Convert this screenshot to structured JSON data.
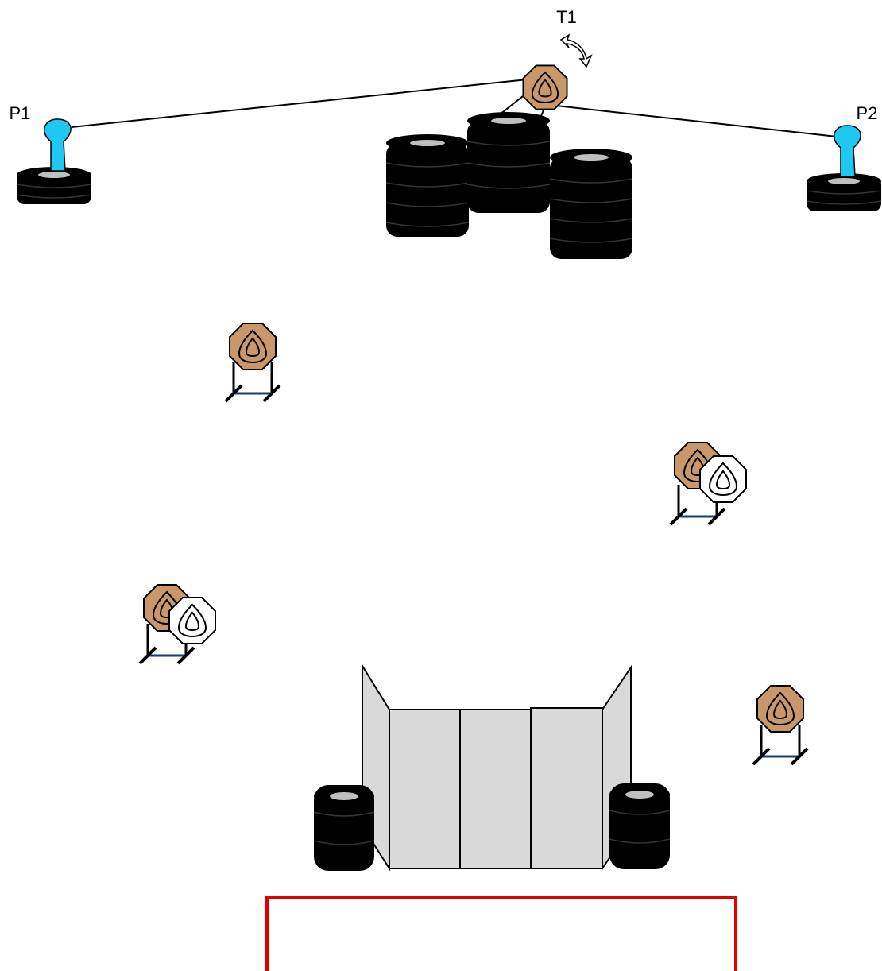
{
  "labels": {
    "t1": "T1",
    "p1": "P1",
    "p2": "P2"
  },
  "colors": {
    "steel": "#C8976A",
    "paper": "#FFFFFF",
    "popper": "#1EC8F0",
    "tire": "#000000",
    "tire_hub": "#BFBFBF",
    "wall": "#D9D9D9",
    "shooting_box": "#E00000",
    "stand_crossbar": "#1F3B73"
  },
  "icons": {
    "swing_arrow": "curved-double-arrow-icon",
    "steel_target": "octagon-steel-target-icon",
    "paper_target": "octagon-paper-target-icon",
    "popper": "popper-icon",
    "tire_stack": "tire-stack-icon",
    "barricade": "wall-barricade-icon"
  }
}
